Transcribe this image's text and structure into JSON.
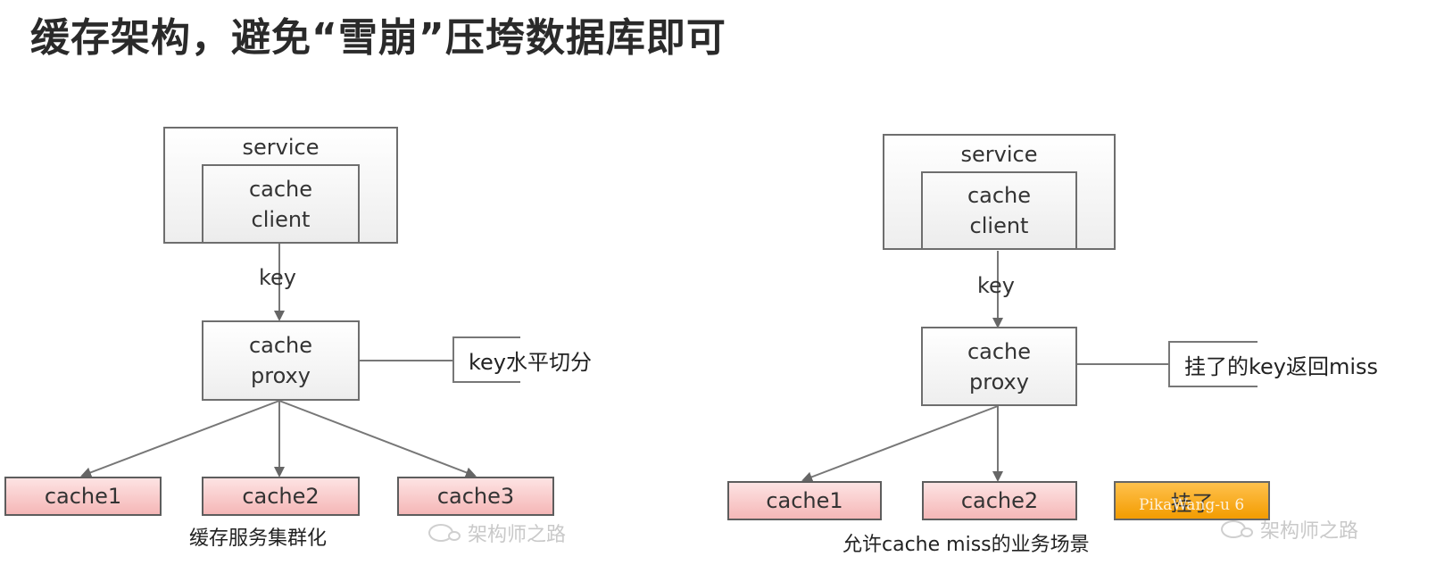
{
  "title": "缓存架构，避免“雪崩”压垮数据库即可",
  "left": {
    "service": "service",
    "client_line1": "cache",
    "client_line2": "client",
    "key": "key",
    "proxy_line1": "cache",
    "proxy_line2": "proxy",
    "note": "key水平切分",
    "nodes": [
      "cache1",
      "cache2",
      "cache3"
    ],
    "caption": "缓存服务集群化",
    "watermark": "架构师之路"
  },
  "right": {
    "service": "service",
    "client_line1": "cache",
    "client_line2": "client",
    "key": "key",
    "proxy_line1": "cache",
    "proxy_line2": "proxy",
    "note": "挂了的key返回miss",
    "nodes": [
      "cache1",
      "cache2",
      "挂了"
    ],
    "caption": "允许cache  miss的业务场景",
    "watermark": "架构师之路"
  },
  "overlay_watermark": "PikaWang-u  6",
  "colors": {
    "node_fill": "#f7c5c5",
    "failed_node_fill": "#f5a200",
    "box_border": "#6e6e6e"
  }
}
